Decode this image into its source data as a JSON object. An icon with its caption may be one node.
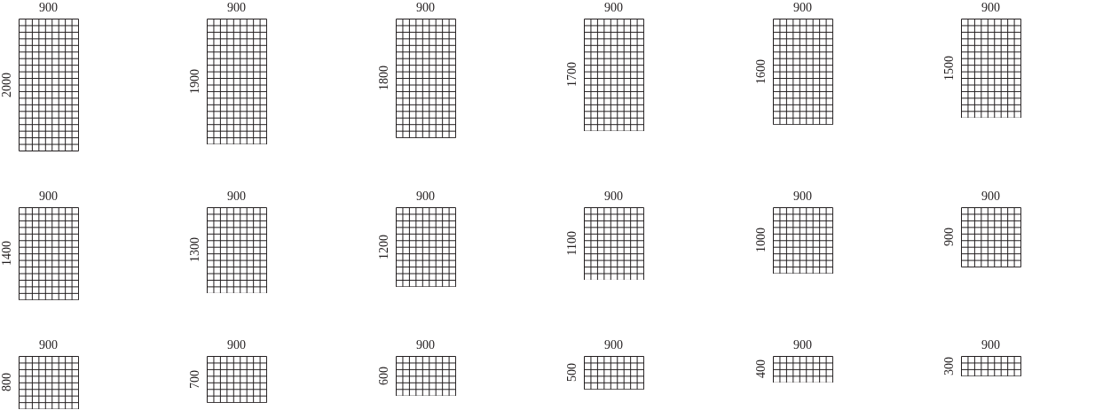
{
  "diagram": {
    "labels": [
      "900",
      "2000",
      "900",
      "1900",
      "900",
      "1800",
      "900",
      "1700",
      "900",
      "1600",
      "900",
      "1500",
      "900",
      "1400",
      "900",
      "1300",
      "900",
      "1200",
      "900",
      "1100",
      "900",
      "1000",
      "900",
      "900",
      "900",
      "800",
      "900",
      "700",
      "900",
      "600",
      "900",
      "500",
      "900",
      "400",
      "900",
      "300"
    ]
  }
}
